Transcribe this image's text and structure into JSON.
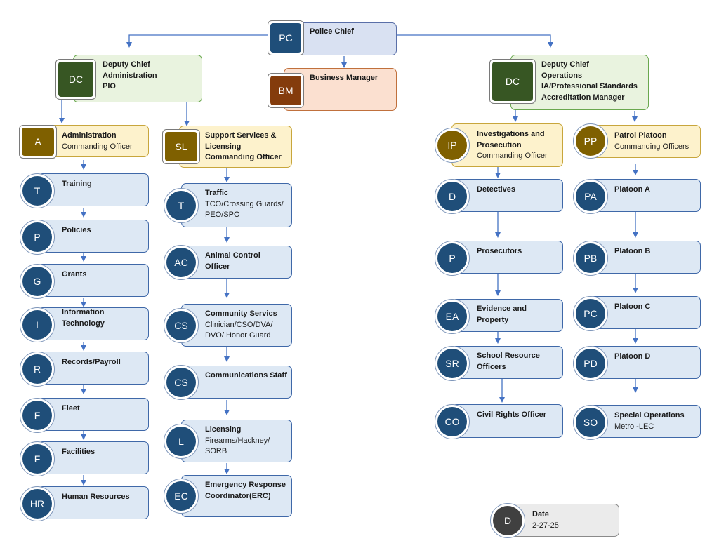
{
  "colors": {
    "navy": "#1f4e79",
    "dark_green": "#375623",
    "olive": "#7f6000",
    "brown": "#843c0c",
    "grey_circle": "#404040",
    "connector": "#4472c4"
  },
  "top": {
    "police_chief": {
      "abbr": "PC",
      "title": "Police Chief"
    },
    "business_manager": {
      "abbr": "BM",
      "title": "Business Manager"
    }
  },
  "admin_branch": {
    "deputy": {
      "abbr": "DC",
      "lines": [
        "Deputy Chief",
        "Administration",
        "PIO"
      ]
    },
    "head": {
      "abbr": "A",
      "bold": "Administration",
      "sub": "Commanding Officer"
    },
    "items": [
      {
        "abbr": "T",
        "lines": [
          "Training"
        ],
        "sub": []
      },
      {
        "abbr": "P",
        "lines": [
          "Policies"
        ],
        "sub": []
      },
      {
        "abbr": "G",
        "lines": [
          "Grants"
        ],
        "sub": []
      },
      {
        "abbr": "I",
        "lines": [
          "Information",
          "Technology"
        ],
        "sub": []
      },
      {
        "abbr": "R",
        "lines": [
          "Records/Payroll"
        ],
        "sub": []
      },
      {
        "abbr": "F",
        "lines": [
          "Fleet"
        ],
        "sub": []
      },
      {
        "abbr": "F",
        "lines": [
          "Facilities"
        ],
        "sub": []
      },
      {
        "abbr": "HR",
        "lines": [
          "Human Resources"
        ],
        "sub": []
      }
    ]
  },
  "support_branch": {
    "head": {
      "abbr": "SL",
      "lines": [
        "Support Services &",
        "Licensing",
        "Commanding Officer"
      ]
    },
    "items": [
      {
        "abbr": "T",
        "lines": [
          "Traffic"
        ],
        "sub": [
          "TCO/Crossing Guards/",
          "PEO/SPO"
        ]
      },
      {
        "abbr": "AC",
        "lines": [
          "Animal Control",
          "Officer"
        ],
        "sub": []
      },
      {
        "abbr": "CS",
        "lines": [
          "Community Servics"
        ],
        "sub": [
          "Clinician/CSO/DVA/",
          "DVO/ Honor Guard"
        ]
      },
      {
        "abbr": "CS",
        "lines": [
          "Communications Staff"
        ],
        "sub": []
      },
      {
        "abbr": "L",
        "lines": [
          "Licensing"
        ],
        "sub": [
          "Firearms/Hackney/",
          "SORB"
        ]
      },
      {
        "abbr": "EC",
        "lines": [
          "Emergency Response",
          "Coordinator(ERC)"
        ],
        "sub": []
      }
    ]
  },
  "operations_branch": {
    "deputy": {
      "abbr": "DC",
      "lines": [
        "Deputy Chief",
        "Operations",
        "IA/Professional Standards",
        "Accreditation Manager"
      ]
    }
  },
  "investigations_branch": {
    "head": {
      "abbr": "IP",
      "bold": [
        "Investigations and",
        "Prosecution"
      ],
      "sub": "Commanding Officer"
    },
    "items": [
      {
        "abbr": "D",
        "lines": [
          "Detectives"
        ],
        "sub": []
      },
      {
        "abbr": "P",
        "lines": [
          "Prosecutors"
        ],
        "sub": []
      },
      {
        "abbr": "EA",
        "lines": [
          "Evidence and",
          "Property"
        ],
        "sub": []
      },
      {
        "abbr": "SR",
        "lines": [
          "School Resource",
          "Officers"
        ],
        "sub": []
      },
      {
        "abbr": "CO",
        "lines": [
          "Civil Rights Officer"
        ],
        "sub": []
      }
    ]
  },
  "patrol_branch": {
    "head": {
      "abbr": "PP",
      "bold": "Patrol Platoon",
      "sub": "Commanding Officers"
    },
    "items": [
      {
        "abbr": "PA",
        "lines": [
          "Platoon A"
        ],
        "sub": []
      },
      {
        "abbr": "PB",
        "lines": [
          "Platoon B"
        ],
        "sub": []
      },
      {
        "abbr": "PC",
        "lines": [
          "Platoon C"
        ],
        "sub": []
      },
      {
        "abbr": "PD",
        "lines": [
          "Platoon D"
        ],
        "sub": []
      },
      {
        "abbr": "SO",
        "lines": [
          "Special Operations"
        ],
        "sub": [
          "Metro -LEC"
        ]
      }
    ]
  },
  "date_box": {
    "abbr": "D",
    "label": "Date",
    "value": "2-27-25"
  }
}
